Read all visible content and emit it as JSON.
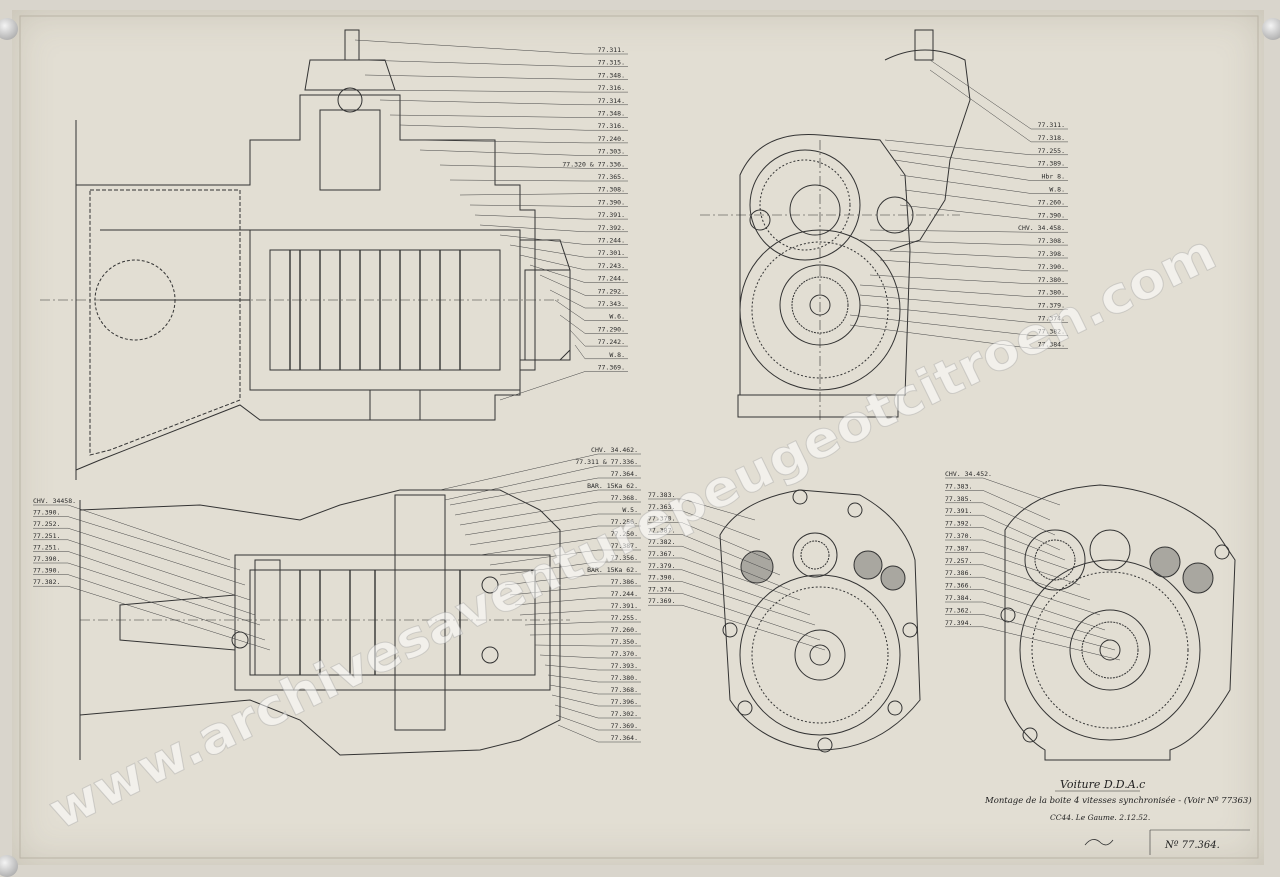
{
  "views": {
    "top_left": {
      "labels": [
        "77.311.",
        "77.315.",
        "77.348.",
        "77.316.",
        "77.314.",
        "77.348.",
        "77.316.",
        "77.240.",
        "77.303.",
        "77.320 & 77.336.",
        "77.365.",
        "77.308.",
        "77.390.",
        "77.391.",
        "77.392.",
        "77.244.",
        "77.301.",
        "77.243.",
        "77.244.",
        "77.292.",
        "77.343.",
        "W.6.",
        "77.290.",
        "77.242.",
        "W.8.",
        "77.369."
      ]
    },
    "top_right": {
      "labels": [
        "77.311.",
        "77.318.",
        "77.255.",
        "77.389.",
        "Hbr 8.",
        "W.8.",
        "77.260.",
        "77.390.",
        "CHV. 34.458.",
        "77.308.",
        "77.398.",
        "77.390.",
        "77.380.",
        "77.380.",
        "77.379.",
        "77.374.",
        "77.382.",
        "77.384."
      ]
    },
    "bottom_left_left": {
      "labels": [
        "CHV. 34458.",
        "77.390.",
        "77.252.",
        "77.251.",
        "77.251.",
        "77.390.",
        "77.390.",
        "77.382."
      ]
    },
    "bottom_left_right": {
      "labels": [
        "CHV. 34.462.",
        "77.311 & 77.336.",
        "77.364.",
        "BAR. 15Ka 62.",
        "77.368.",
        "W.5.",
        "77.256.",
        "77.250.",
        "77.387.",
        "77.356.",
        "BAR. 15Ka 62.",
        "77.386.",
        "77.244.",
        "77.391.",
        "77.255.",
        "77.260.",
        "77.350.",
        "77.370.",
        "77.393.",
        "77.380.",
        "77.368.",
        "77.396.",
        "77.302.",
        "77.369.",
        "77.364."
      ]
    },
    "bottom_mid": {
      "labels": [
        "77.383.",
        "77.363.",
        "77.370.",
        "77.387.",
        "77.382.",
        "77.367.",
        "77.379.",
        "77.390.",
        "77.374.",
        "77.369."
      ]
    },
    "bottom_right": {
      "labels": [
        "CHV. 34.452.",
        "77.383.",
        "77.385.",
        "77.391.",
        "77.392.",
        "77.370.",
        "77.387.",
        "77.257.",
        "77.386.",
        "77.366.",
        "77.384.",
        "77.362.",
        "77.394."
      ]
    }
  },
  "title_block": {
    "line1": "Voiture D.D.A.c",
    "line2": "Montage de la boite 4 vitesses synchronisée - (Voir Nº 77363)",
    "line3": "CC44. Le Gaume.   2.12.52.",
    "number": "Nº 77.364."
  },
  "watermark": "www.archivesaventurepeugeotcitroen.com",
  "colors": {
    "paper": "#e2ded3",
    "ink": "#2a2a2a",
    "background": "#d9d5cc"
  }
}
